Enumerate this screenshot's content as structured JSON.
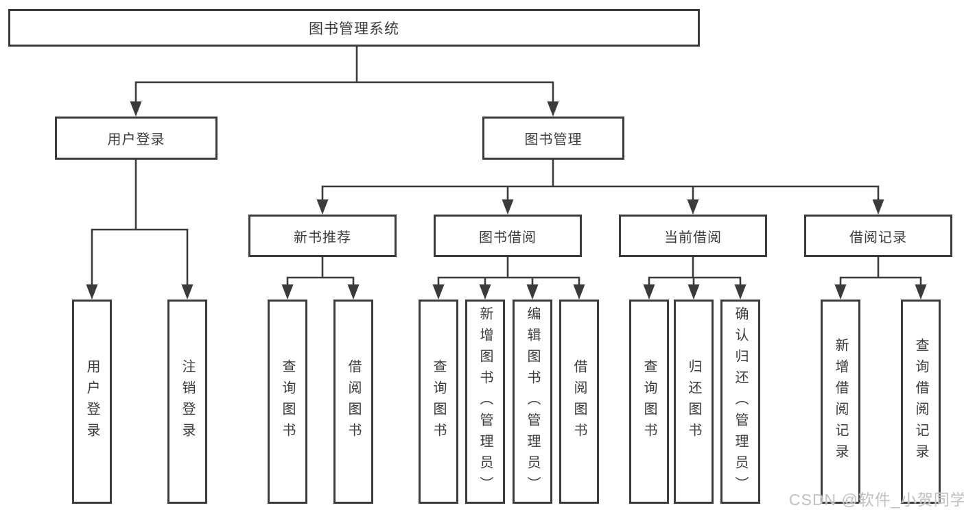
{
  "diagram": {
    "root": {
      "label": "图书管理系统"
    },
    "level2": [
      {
        "label": "用户登录",
        "parent": "图书管理系统"
      },
      {
        "label": "图书管理",
        "parent": "图书管理系统"
      }
    ],
    "level3": [
      {
        "label": "新书推荐",
        "parent": "图书管理"
      },
      {
        "label": "图书借阅",
        "parent": "图书管理"
      },
      {
        "label": "当前借阅",
        "parent": "图书管理"
      },
      {
        "label": "借阅记录",
        "parent": "图书管理"
      }
    ],
    "leaves": [
      {
        "label": "用户登录",
        "parent": "用户登录"
      },
      {
        "label": "注销登录",
        "parent": "用户登录"
      },
      {
        "label": "查询图书",
        "parent": "新书推荐"
      },
      {
        "label": "借阅图书",
        "parent": "新书推荐"
      },
      {
        "label": "查询图书",
        "parent": "图书借阅"
      },
      {
        "label": "新增图书（管理员）",
        "parent": "图书借阅"
      },
      {
        "label": "编辑图书（管理员）",
        "parent": "图书借阅"
      },
      {
        "label": "借阅图书",
        "parent": "图书借阅"
      },
      {
        "label": "查询图书",
        "parent": "当前借阅"
      },
      {
        "label": "归还图书",
        "parent": "当前借阅"
      },
      {
        "label": "确认归还（管理员）",
        "parent": "当前借阅"
      },
      {
        "label": "新增借阅记录",
        "parent": "借阅记录"
      },
      {
        "label": "查询借阅记录",
        "parent": "借阅记录"
      }
    ],
    "watermark": "CSDN @软件_小贺同学",
    "colors": {
      "line": "#3b3b3b",
      "text": "#3b3b3b",
      "box_background": "#ffffff",
      "watermark": "#c0c0c0"
    }
  }
}
